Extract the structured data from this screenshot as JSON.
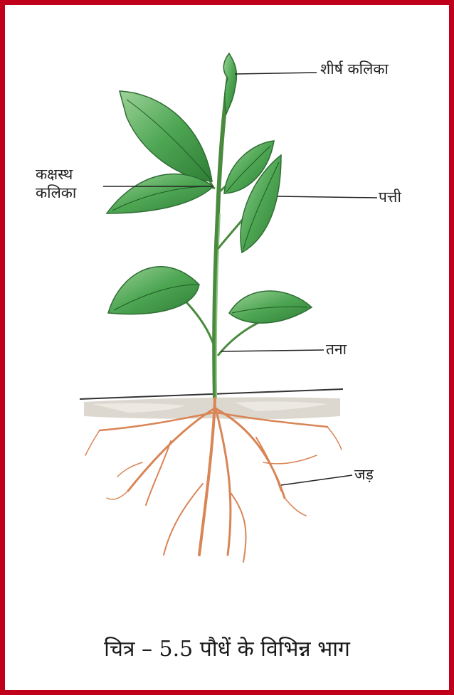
{
  "figure": {
    "labels": {
      "terminal_bud": "शीर्ष कलिका",
      "axillary_bud_line1": "कक्षस्थ",
      "axillary_bud_line2": "कलिका",
      "leaf": "पत्ती",
      "stem": "तना",
      "root": "जड़"
    },
    "caption": "चित्र – 5.5 पौधें के विभिन्न भाग",
    "colors": {
      "border": "#c0001a",
      "leaf": "#3f9a45",
      "leaf_light": "#7cc47b",
      "stem": "#4a8a3e",
      "root": "#d98556",
      "soil": "#d9d6cf"
    }
  }
}
